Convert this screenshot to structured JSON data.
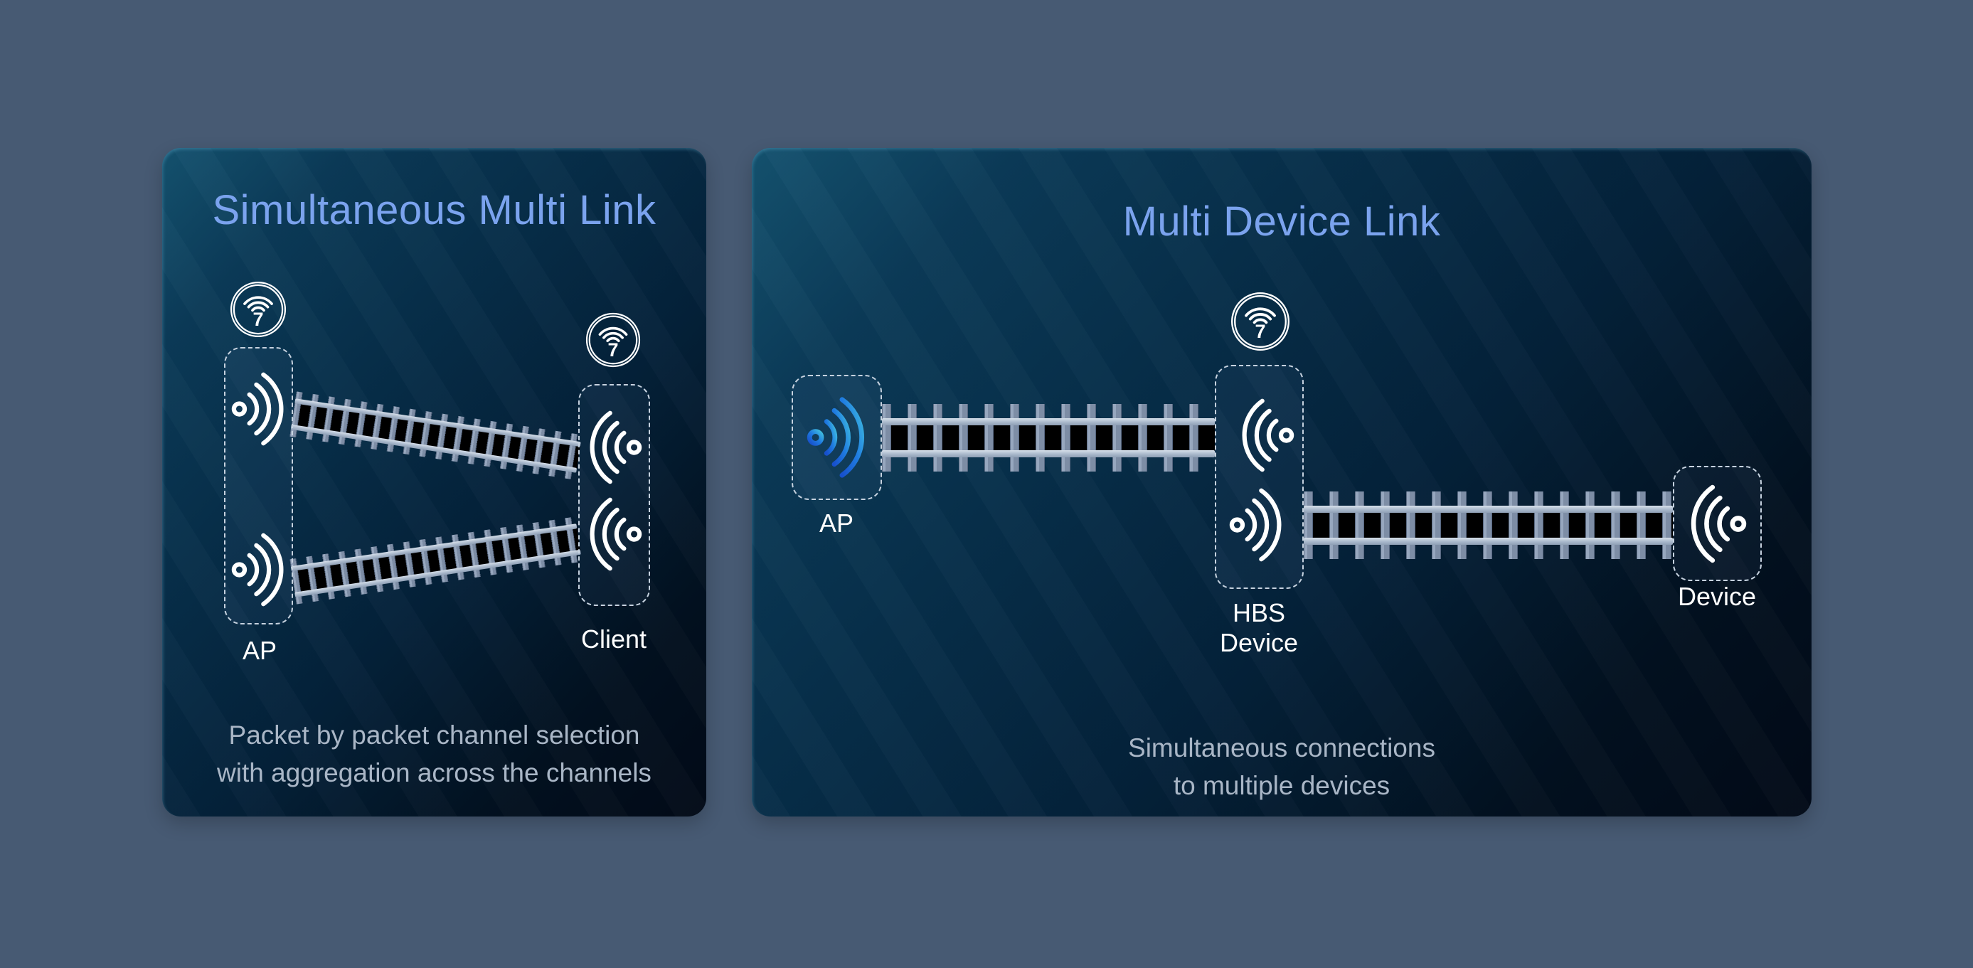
{
  "page": {
    "background_color": "#475a73"
  },
  "panels": [
    {
      "name": "simultaneous-multi-link",
      "title": "Simultaneous Multi Link",
      "caption_line1": "Packet by packet channel selection",
      "caption_line2": "with aggregation across the channels",
      "wifi7_badge_label": "7",
      "ap_label": "AP",
      "client_label": "Client",
      "link_count": 2
    },
    {
      "name": "multi-device-link",
      "title": "Multi Device Link",
      "caption_line1": "Simultaneous connections",
      "caption_line2": "to multiple devices",
      "wifi7_badge_label": "7",
      "ap_label": "AP",
      "hbs_label_line1": "HBS",
      "hbs_label_line2": "Device",
      "device_label": "Device",
      "link_count": 2
    }
  ],
  "colors": {
    "page_background": "#475a73",
    "card_gradient_top_left": "#14526f",
    "card_gradient_bottom_right": "#020a17",
    "title_text": "#7ba3ee",
    "caption_text": "#a9b6c6",
    "node_label_text": "#ffffff",
    "wifi_icon_white": "#ffffff",
    "wifi_icon_blue_start": "#1750cc",
    "wifi_icon_blue_mid": "#1f7be0",
    "wifi_icon_blue_end": "#41bfdf",
    "rail_color": "#aab9cc",
    "tie_color": "#7d8da5",
    "track_bed_color": "#000000",
    "dashed_border_color": "#c6d2df"
  }
}
